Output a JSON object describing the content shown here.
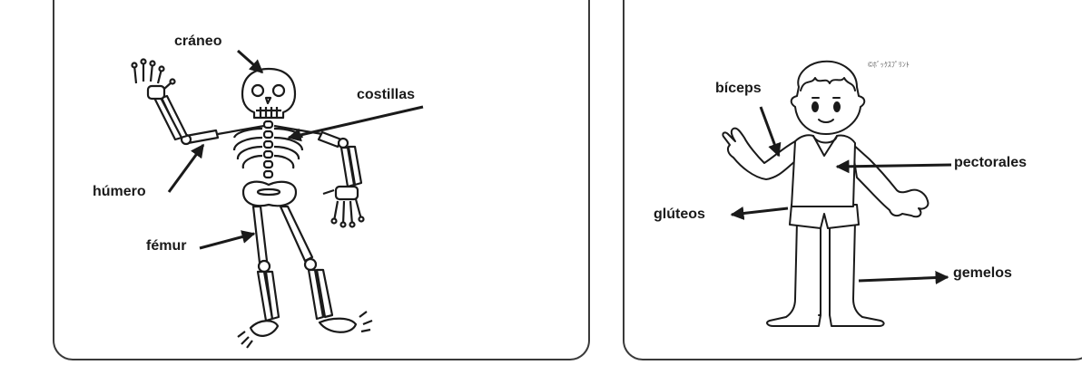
{
  "skeleton": {
    "labels": {
      "cranium": "cráneo",
      "ribs": "costillas",
      "humerus": "húmero",
      "femur": "fémur"
    }
  },
  "body": {
    "credit": "©ﾎﾞｯｸｽﾌﾟﾘﾝﾄ",
    "labels": {
      "biceps": "bíceps",
      "pectorals": "pectorales",
      "glutes": "glúteos",
      "calves": "gemelos"
    }
  },
  "colors": {
    "ink": "#1a1a1a",
    "border": "#3a3a3a"
  }
}
